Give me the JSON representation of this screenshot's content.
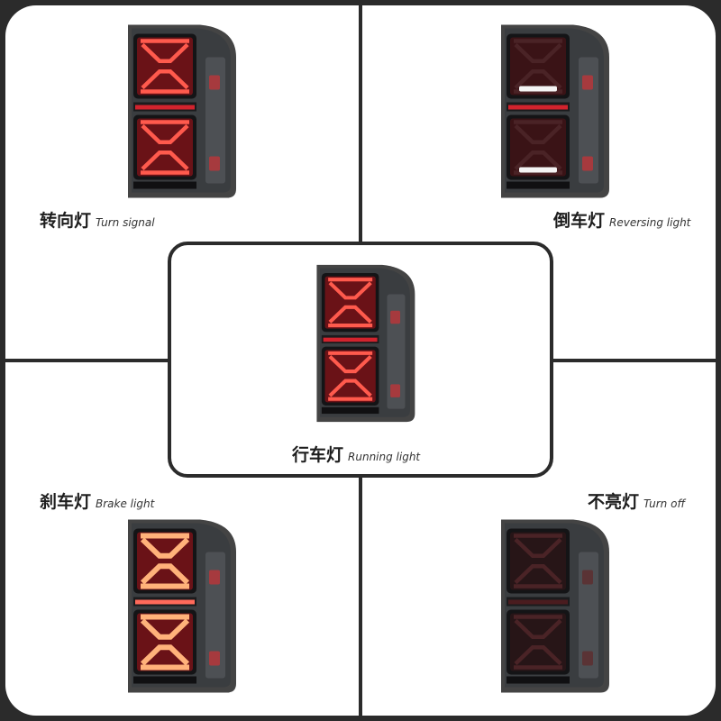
{
  "panels": {
    "turn": {
      "cn": "转向灯",
      "en": "Turn signal",
      "mode": "turn"
    },
    "reverse": {
      "cn": "倒车灯",
      "en": "Reversing light",
      "mode": "reverse"
    },
    "running": {
      "cn": "行车灯",
      "en": "Running light",
      "mode": "running"
    },
    "brake": {
      "cn": "刹车灯",
      "en": "Brake light",
      "mode": "brake"
    },
    "off": {
      "cn": "不亮灯",
      "en": "Turn off",
      "mode": "off"
    }
  },
  "colors": {
    "background": "#2b2b2b",
    "panel": "#ffffff",
    "housing": "#3a3d40",
    "lens_red": "#b0111a",
    "glow_red": "#ff5a4d",
    "glow_amber": "#ffb27a",
    "reverse_white": "#f4f4f4"
  }
}
